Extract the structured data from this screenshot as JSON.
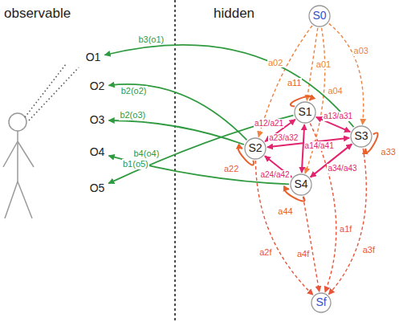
{
  "diagram": {
    "nodes": [
      {
        "text": [
          "O1"
        ]
      },
      {
        "text": [
          "O2"
        ]
      },
      {
        "text": [
          "O3"
        ]
      },
      {
        "text": [
          "O4"
        ]
      },
      {
        "text": [
          "O5"
        ]
      },
      {
        "text": [
          "S0"
        ]
      },
      {
        "text": [
          "S1"
        ]
      },
      {
        "text": [
          "S2"
        ]
      },
      {
        "text": [
          "S3"
        ]
      },
      {
        "text": [
          "S4"
        ]
      },
      {
        "text": [
          "Sf"
        ]
      }
    ],
    "edges": [
      {
        "from": 5,
        "to": 6,
        "label": "a01",
        "arrow": "to"
      },
      {
        "from": 5,
        "to": 7,
        "label": "a02",
        "arrow": "to"
      },
      {
        "from": 5,
        "to": 8,
        "label": "a03",
        "arrow": "to"
      },
      {
        "from": 5,
        "to": 9,
        "label": "a04",
        "arrow": "to"
      },
      {
        "from": 6,
        "to": 6,
        "label": "a11",
        "arrow": "to"
      },
      {
        "from": 7,
        "to": 7,
        "label": "a22",
        "arrow": "to"
      },
      {
        "from": 8,
        "to": 8,
        "label": "a33",
        "arrow": "to"
      },
      {
        "from": 9,
        "to": 9,
        "label": "a44",
        "arrow": "to"
      },
      {
        "from": 6,
        "to": 7,
        "label": "a12/a21",
        "arrow": "both"
      },
      {
        "from": 6,
        "to": 8,
        "label": "a13/a31",
        "arrow": "both"
      },
      {
        "from": 7,
        "to": 8,
        "label": "a23/a32",
        "arrow": "both"
      },
      {
        "from": 6,
        "to": 9,
        "label": "a14/a41",
        "arrow": "both"
      },
      {
        "from": 7,
        "to": 9,
        "label": "a24/a42",
        "arrow": "both"
      },
      {
        "from": 8,
        "to": 9,
        "label": "a34/a43",
        "arrow": "both"
      },
      {
        "from": 6,
        "to": 10,
        "label": "a1f",
        "arrow": "to"
      },
      {
        "from": 7,
        "to": 10,
        "label": "a2f",
        "arrow": "to"
      },
      {
        "from": 8,
        "to": 10,
        "label": "a3f",
        "arrow": "to"
      },
      {
        "from": 9,
        "to": 10,
        "label": "a4f",
        "arrow": "to"
      },
      {
        "from": 8,
        "to": 0,
        "label": "b3(o1)",
        "arrow": "to"
      },
      {
        "from": 7,
        "to": 1,
        "label": "b2(o2)",
        "arrow": "to"
      },
      {
        "from": 7,
        "to": 2,
        "label": "b2(o3)",
        "arrow": "to"
      },
      {
        "from": 9,
        "to": 3,
        "label": "b4(o4)",
        "arrow": "to"
      },
      {
        "from": 6,
        "to": 4,
        "label": "b1(o5)",
        "arrow": "to"
      }
    ],
    "labels": [
      "observable",
      "hidden"
    ]
  }
}
